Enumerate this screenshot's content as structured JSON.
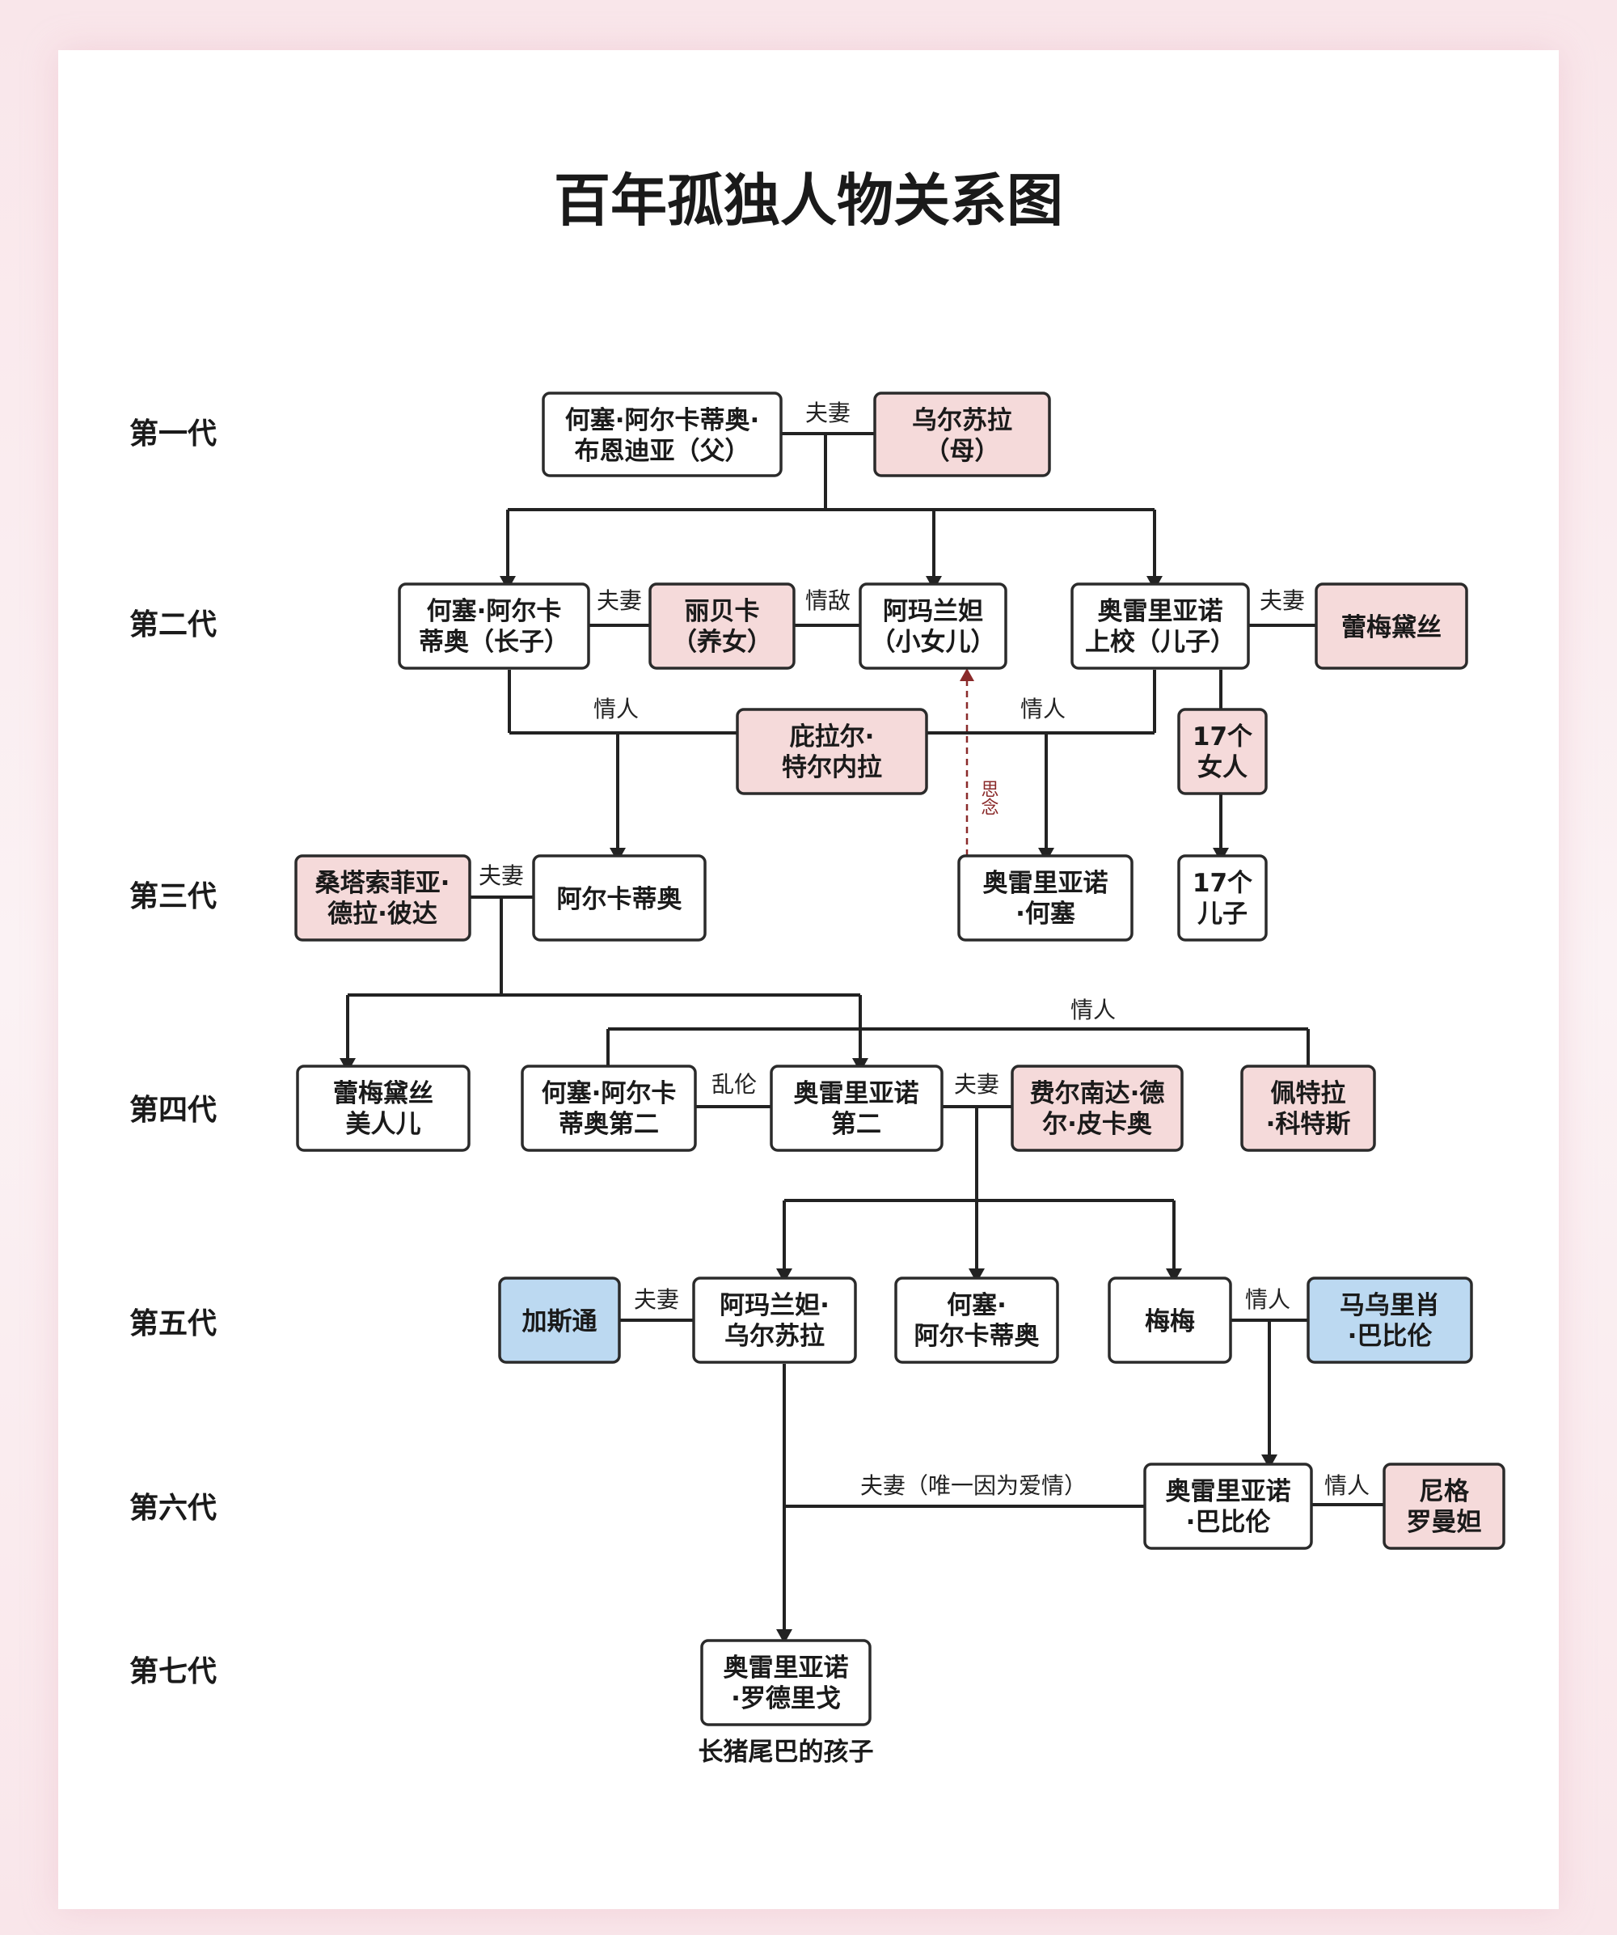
{
  "title": "百年孤独人物关系图",
  "generations": [
    "第一代",
    "第二代",
    "第三代",
    "第四代",
    "第五代",
    "第六代",
    "第七代"
  ],
  "colors": {
    "white": "#ffffff",
    "pink": "#f5dada",
    "blue": "#bcd9f1",
    "line": "#222222"
  },
  "nodes": {
    "jose_arcadio_buendia": [
      "何塞·阿尔卡蒂奥·",
      "布恩迪亚（父）"
    ],
    "ursula": [
      "乌尔苏拉",
      "（母）"
    ],
    "jose_arcadio": [
      "何塞·阿尔卡",
      "蒂奥（长子）"
    ],
    "rebeca": [
      "丽贝卡",
      "（养女）"
    ],
    "amaranta": [
      "阿玛兰妲",
      "（小女儿）"
    ],
    "aureliano_colonel": [
      "奥雷里亚诺",
      "上校（儿子）"
    ],
    "remedios": [
      "蕾梅黛丝"
    ],
    "pilar_ternera": [
      "庇拉尔·",
      "特尔内拉"
    ],
    "seventeen_women": [
      "17个",
      "女人"
    ],
    "santa_sofia": [
      "桑塔索菲亚·",
      "德拉·彼达"
    ],
    "arcadio": [
      "阿尔卡蒂奥"
    ],
    "aureliano_jose": [
      "奥雷里亚诺",
      "·何塞"
    ],
    "seventeen_sons": [
      "17个",
      "儿子"
    ],
    "remedios_beauty": [
      "蕾梅黛丝",
      "美人儿"
    ],
    "jose_arcadio_segundo": [
      "何塞·阿尔卡",
      "蒂奥第二"
    ],
    "aureliano_segundo": [
      "奥雷里亚诺",
      "第二"
    ],
    "fernanda": [
      "费尔南达·德",
      "尔·皮卡奥"
    ],
    "petra_cotes": [
      "佩特拉",
      "·科特斯"
    ],
    "gaston": [
      "加斯通"
    ],
    "amaranta_ursula": [
      "阿玛兰妲·",
      "乌尔苏拉"
    ],
    "jose_arcadio_5": [
      "何塞·",
      "阿尔卡蒂奥"
    ],
    "meme": [
      "梅梅"
    ],
    "mauricio": [
      "马乌里肖",
      "·巴比伦"
    ],
    "aureliano_babilonia": [
      "奥雷里亚诺",
      "·巴比伦"
    ],
    "nigromanta": [
      "尼格",
      "罗曼妲"
    ],
    "aureliano_7": [
      "奥雷里亚诺",
      "·罗德里戈"
    ]
  },
  "relations": {
    "spouse": "夫妻",
    "lover": "情人",
    "affection": "情敌",
    "dash_note": "思念",
    "incest": "乱伦",
    "last_marriage": "夫妻（唯一因为爱情）"
  },
  "footnote": "长猪尾巴的孩子"
}
